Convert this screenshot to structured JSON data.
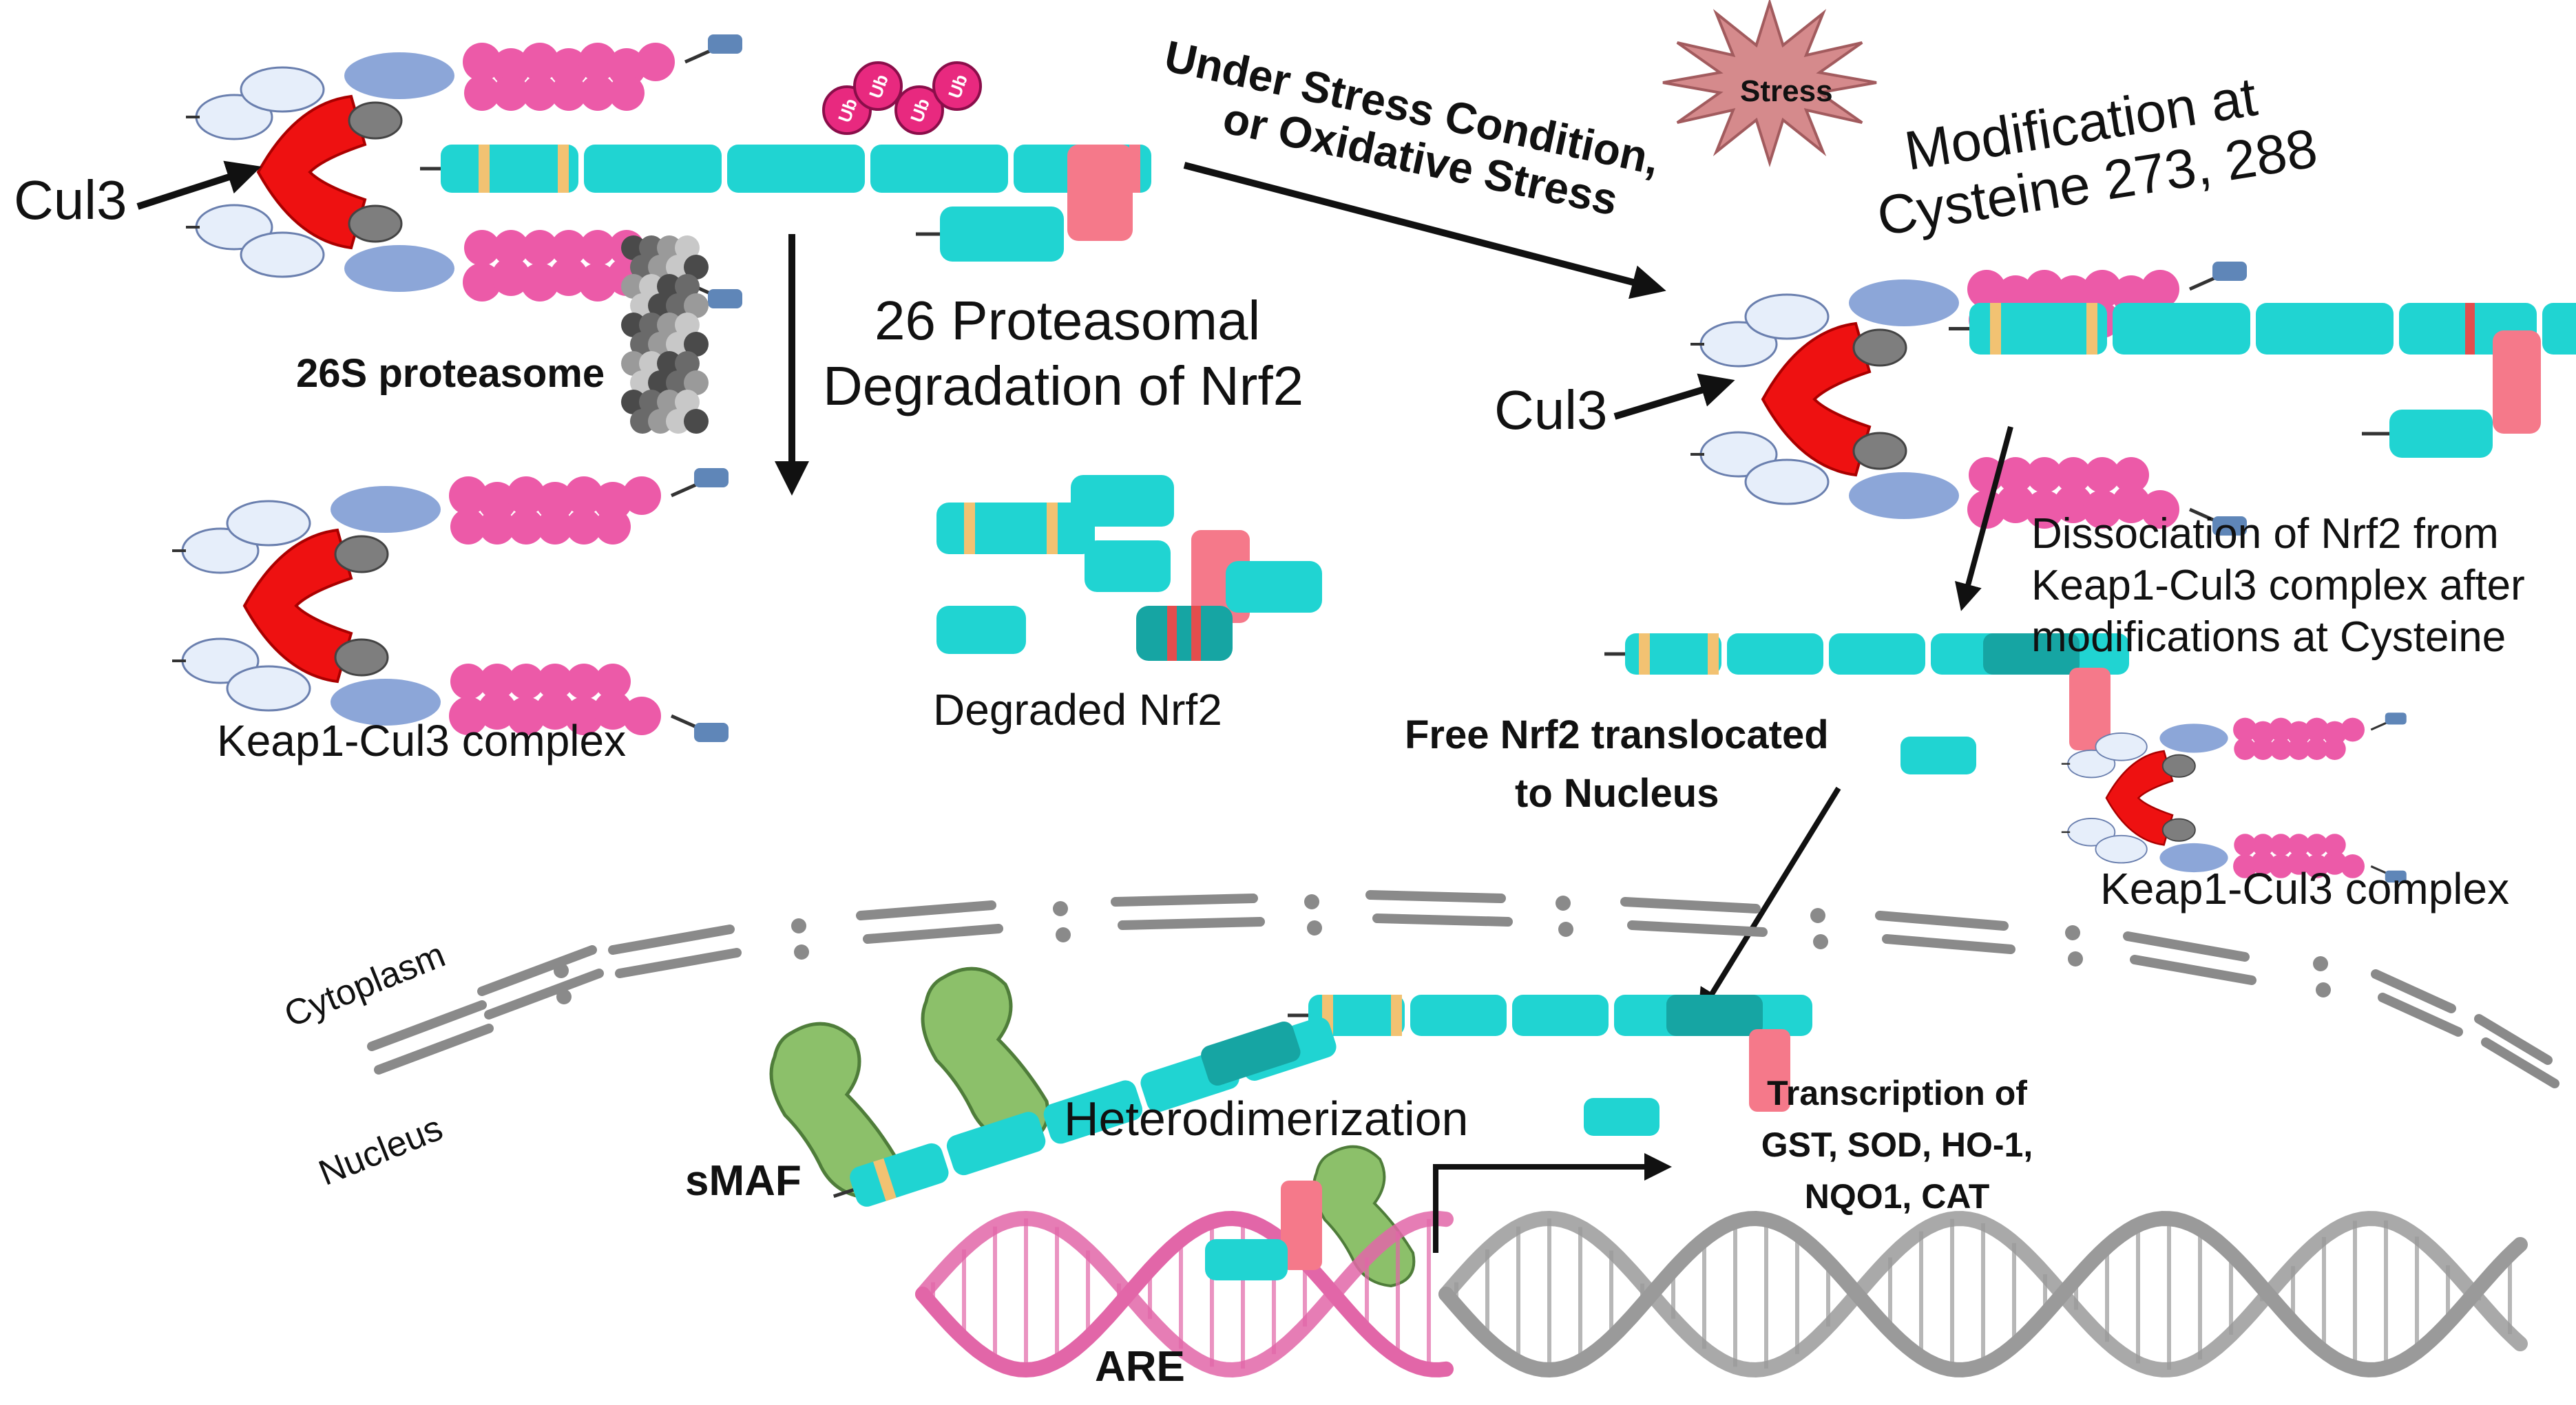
{
  "labels": {
    "cul3_top": "Cul3",
    "cul3_right": "Cul3",
    "proteasome_label": "26S proteasome",
    "degradation_line1": "26 Proteasomal",
    "degradation_line2": "Degradation of Nrf2",
    "stress_condition_line1": "Under Stress Condition,",
    "stress_condition_line2": "or Oxidative Stress",
    "stress_star": "Stress",
    "modification_line1": "Modification at",
    "modification_line2": "Cysteine 273, 288",
    "ubiquitin": "Ub",
    "keap1_complex_left": "Keap1-Cul3 complex",
    "degraded_nrf2": "Degraded Nrf2",
    "dissociation_line1": "Dissociation of Nrf2 from",
    "dissociation_line2": "Keap1-Cul3 complex after",
    "dissociation_line3": "modifications at Cysteine",
    "free_nrf2_line1": "Free Nrf2 translocated",
    "free_nrf2_line2": "to Nucleus",
    "keap1_complex_right": "Keap1-Cul3 complex",
    "cytoplasm": "Cytoplasm",
    "nucleus": "Nucleus",
    "smaf": "sMAF",
    "heterodimerization": "Heterodimerization",
    "transcription_line1": "Transcription of",
    "transcription_line2": "GST, SOD, HO-1,",
    "transcription_line3": "NQO1, CAT",
    "are": "ARE"
  },
  "colors": {
    "cyan": "#20d4d2",
    "teal_dark": "#16a5a3",
    "pink_bead": "#ec5aa8",
    "salmon": "#f5798a",
    "keap_blue": "#8ca6d8",
    "light_blue": "#e6eefa",
    "cul3_red": "#ee1111",
    "grey": "#7e7e7e",
    "orange_band": "#f2c272",
    "membrane": "#8a8a8a",
    "smaf_green": "#8cc06a",
    "dna_pink": "#e266a8",
    "dna_grey": "#9a9a9a",
    "stress_star": "#d58a8c"
  }
}
